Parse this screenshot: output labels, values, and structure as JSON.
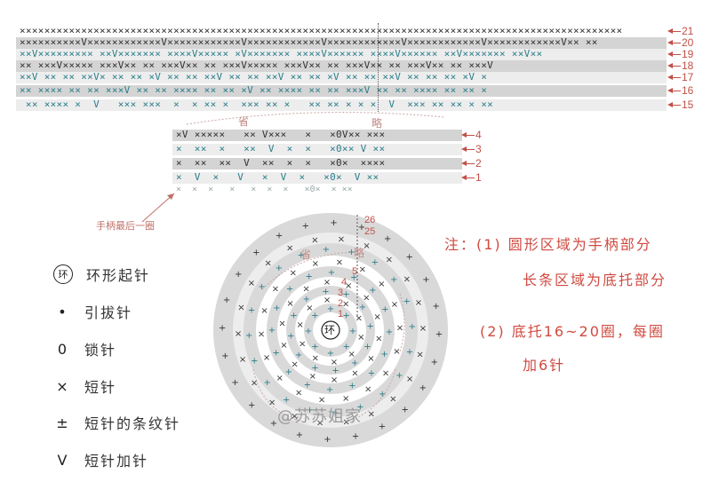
{
  "colors": {
    "accent": "#c05048",
    "teal": "#2e7f8c",
    "gray_band": "#d4d4d4",
    "light_band": "#ededed"
  },
  "top_chart": {
    "rows": [
      {
        "label": "21",
        "stitches": "××××××××××××××××××××××××××××××××××××××××××××××××××××××××××××××××××××××××××××××××××××××××××××××××××"
      },
      {
        "label": "20",
        "stitches": "××××××××××V××××××××××××V××××××××××××V××××××××××××V××××××××××××V××××××××××××V××××××××××××V×× ××"
      },
      {
        "label": "19",
        "stitches": "××V××××××××× ××V××××××× ××××V××××× ×V××××××× ××××V×××××× ××××V×××××× ××V××××××× ××V××"
      },
      {
        "label": "18",
        "stitches": "×× ×××V××××× ×××V×× ×× ×××V×× ×× ×××V××××× ×××V×× ×× ×××V×× ×× ×××V×× ×× ×××V"
      },
      {
        "label": "17",
        "stitches": "××V ×× ×× ××V× ×× ×× ×V ×× ×× ××V ×× ×× ××V ×× ×× ×V ×× ×× ××V ×× ×× ×× ×V ×"
      },
      {
        "label": "16",
        "stitches": "×× ×××× ×× ×× ×××V ×× ×× ×××× ×× ×× ×V ×× ×××× ×× ×× ×××V ×× ×× ×××× ×× ×× ×"
      },
      {
        "label": "15",
        "stitches": " ×× ×××× ×  V   ××× ×××  ×  × ×× ×  ××× ×× ×   ×× ×× × × ×  V  ××× ×× ×× × ××"
      }
    ]
  },
  "omit_labels": [
    "省",
    "略"
  ],
  "bottom_chart": {
    "rows": [
      {
        "label": "4",
        "stitches": "×V ×××××   ×× V×××   ×   ×0V×× ×××"
      },
      {
        "label": "3",
        "stitches": "×  ××  ×   ××  V  ×  ×   ×0×× V ××"
      },
      {
        "label": "2",
        "stitches": "×  ××  ××  V  ××  ×  ×   ×0×  ××××"
      },
      {
        "label": "1",
        "stitches": "×  V  ×   V   ×  V  ×   ×0×  V ××"
      }
    ],
    "under_marks": "×  ×  ×   ×   ×  ×  ×   ×0×  × ××",
    "handle_caption": "手柄最后一圈"
  },
  "circle_chart": {
    "center_label": "环",
    "ring_numbers": [
      "26",
      "25",
      "5",
      "4",
      "3",
      "2",
      "1"
    ]
  },
  "legend": [
    {
      "icon": "ring-icon",
      "symbol": "环",
      "label": "环形起针"
    },
    {
      "icon": "slip-stitch-icon",
      "symbol": "•",
      "label": "引拔针"
    },
    {
      "icon": "chain-stitch-icon",
      "symbol": "0",
      "label": "锁针"
    },
    {
      "icon": "single-crochet-icon",
      "symbol": "×",
      "label": "短针"
    },
    {
      "icon": "back-loop-sc-icon",
      "symbol": "±",
      "label": "短针的条纹针"
    },
    {
      "icon": "sc-increase-icon",
      "symbol": "V",
      "label": "短针加针"
    }
  ],
  "notes": {
    "line1": "注：(1) 圆形区域为手柄部分",
    "line2": "长条区域为底托部分",
    "line3": "(2) 底托16~20圈，每圈",
    "line4": "加6针"
  },
  "watermark": "@苏苏姐家"
}
